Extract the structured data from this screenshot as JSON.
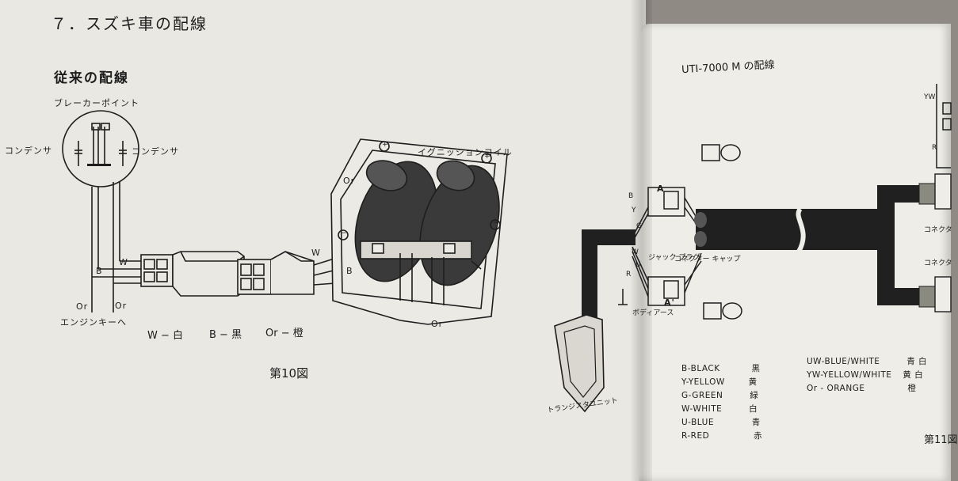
{
  "left": {
    "section_title": "７．スズキ車の配線",
    "subtitle": "従来の配線",
    "labels": {
      "breaker_point": "ブレーカーポイント",
      "condenser_left": "コンデンサ",
      "condenser_right": "コンデンサ",
      "ignition_coil": "イグニッションコイル",
      "to_engine_key": "エンジンキーへ",
      "w1": "W",
      "b1": "B",
      "or1": "Or",
      "or2": "Or",
      "w2": "W",
      "b2": "B",
      "or3": "Or",
      "or4": "Or",
      "plus1": "+",
      "plus2": "+",
      "minus1": "−",
      "minus2": "−"
    },
    "legend": [
      "W − 白",
      "B − 黒",
      "Or − 橙"
    ],
    "figure": "第10図"
  },
  "right": {
    "title": "UTI-7000 M の配線",
    "labels": {
      "a_top": "A",
      "a_bottom": "A'",
      "body_earth": "ボディアース",
      "transistor_unit": "トランジスタユニット",
      "jack_plug": "ジャック プラグ",
      "connector": "コネクター キャップ",
      "connector_r1": "コネクタ",
      "connector_r2": "コネクタ",
      "yw": "YW",
      "r_small": "R",
      "b": "B",
      "y": "Y",
      "g": "G",
      "w": "W",
      "u": "U",
      "r": "R"
    },
    "legend_left": [
      {
        "code": "B-BLACK",
        "jp": "黒"
      },
      {
        "code": "Y-YELLOW",
        "jp": "黄"
      },
      {
        "code": "G-GREEN",
        "jp": "緑"
      },
      {
        "code": "W-WHITE",
        "jp": "白"
      },
      {
        "code": "U-BLUE",
        "jp": "青"
      },
      {
        "code": "R-RED",
        "jp": "赤"
      }
    ],
    "legend_right": [
      {
        "code": "UW-BLUE/WHITE",
        "jp": "青 白"
      },
      {
        "code": "YW-YELLOW/WHITE",
        "jp": "黄 白"
      },
      {
        "code": "Or - ORANGE",
        "jp": "橙"
      }
    ],
    "figure": "第11図"
  }
}
